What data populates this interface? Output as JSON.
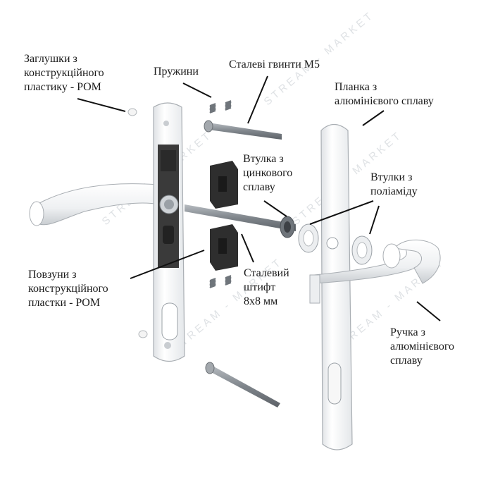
{
  "labels": {
    "caps": [
      "Заглушки з",
      "конструкційного",
      "пластику - POM"
    ],
    "springs": [
      "Пружини"
    ],
    "screws": [
      "Сталеві гвинти М5"
    ],
    "plate": [
      "Планка з",
      "алюмінієвого сплаву"
    ],
    "bushing_zinc": [
      "Втулка з",
      "цинкового",
      "сплаву"
    ],
    "bushings_pa": [
      "Втулки з",
      "поліаміду"
    ],
    "sliders": [
      "Повзуни з",
      "конструкційного",
      "пластки - POM"
    ],
    "pin": [
      "Сталевий",
      "штифт",
      "8х8 мм"
    ],
    "handle": [
      "Ручка з",
      "алюмінієвого",
      "сплаву"
    ]
  },
  "watermark": "STREAM - MARKET",
  "colors": {
    "label_text": "#1a1a1a",
    "leader": "#111111",
    "part_light": "#f4f4f4",
    "part_edge": "#9aa0a6",
    "part_dark": "#2e2e2e",
    "metal": "#8e9399",
    "watermark": "#d6d9dd"
  }
}
